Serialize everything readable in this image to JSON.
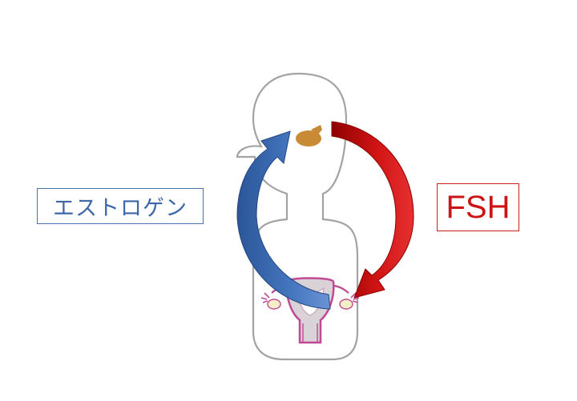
{
  "labels": {
    "estrogen": "エストロゲン",
    "fsh": "FSH"
  },
  "colors": {
    "estrogen_arrow": "#3c68b0",
    "fsh_arrow": "#cc1010",
    "body_outline": "#9a9a9a",
    "pituitary": "#c98a35",
    "uterus_outline": "#c04a95"
  },
  "icons": [
    "human-body-outline",
    "pituitary-gland-icon",
    "uterus-ovaries-icon"
  ]
}
